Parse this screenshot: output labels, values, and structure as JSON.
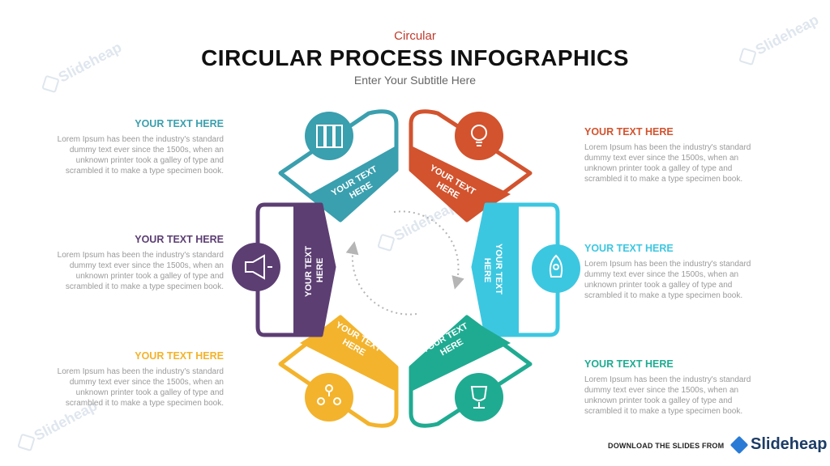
{
  "header": {
    "category": "Circular",
    "title": "CIRCULAR PROCESS INFOGRAPHICS",
    "subtitle": "Enter Your Subtitle Here"
  },
  "watermark": "Slideheap",
  "segments": [
    {
      "label_line1": "YOUR TEXT",
      "label_line2": "HERE",
      "color": "#3a9fae",
      "icon": "server-icon"
    },
    {
      "label_line1": "YOUR TEXT",
      "label_line2": "HERE",
      "color": "#d2532e",
      "icon": "lightbulb-icon"
    },
    {
      "label_line1": "YOUR TEXT",
      "label_line2": "HERE",
      "color": "#3cc7e1",
      "icon": "rocket-icon"
    },
    {
      "label_line1": "YOUR TEXT",
      "label_line2": "HERE",
      "color": "#1fab91",
      "icon": "trophy-icon"
    },
    {
      "label_line1": "YOUR TEXT",
      "label_line2": "HERE",
      "color": "#f3b32c",
      "icon": "team-icon"
    },
    {
      "label_line1": "YOUR TEXT",
      "label_line2": "HERE",
      "color": "#5c3e73",
      "icon": "megaphone-icon"
    }
  ],
  "text_blocks": {
    "top_left": {
      "heading": "YOUR TEXT HERE",
      "body": "Lorem Ipsum has been the industry's standard dummy text ever  since the 1500s, when an unknown  printer took a galley of type and scrambled it to make a type specimen book.",
      "color": "#3a9fae"
    },
    "mid_left": {
      "heading": "YOUR TEXT HERE",
      "body": "Lorem Ipsum has been the industry's standard dummy text ever  since the 1500s, when an unknown  printer took a galley of type and scrambled it to make a type specimen book.",
      "color": "#5c3e73"
    },
    "bottom_left": {
      "heading": "YOUR TEXT HERE",
      "body": "Lorem Ipsum has been the industry's standard dummy text ever  since the 1500s, when an unknown  printer took a galley of type and scrambled it to make a type specimen book.",
      "color": "#f3b32c"
    },
    "top_right": {
      "heading": "YOUR TEXT HERE",
      "body": "Lorem Ipsum has been the industry's standard dummy text ever  since the 1500s, when an unknown  printer took a galley of type and scrambled it to make a type specimen book.",
      "color": "#d2532e"
    },
    "mid_right": {
      "heading": "YOUR TEXT HERE",
      "body": "Lorem Ipsum has been the industry's standard dummy text ever  since the 1500s, when an unknown  printer took a galley of type and scrambled it to make a type specimen book.",
      "color": "#3cc7e1"
    },
    "bottom_right": {
      "heading": "YOUR TEXT HERE",
      "body": "Lorem Ipsum has been the industry's standard dummy text ever  since the 1500s, when an unknown  printer took a galley of type and scrambled it to make a type specimen book.",
      "color": "#1fab91"
    }
  },
  "footer": {
    "download_text": "DOWNLOAD THE SLIDES FROM",
    "brand": "Slideheap"
  }
}
